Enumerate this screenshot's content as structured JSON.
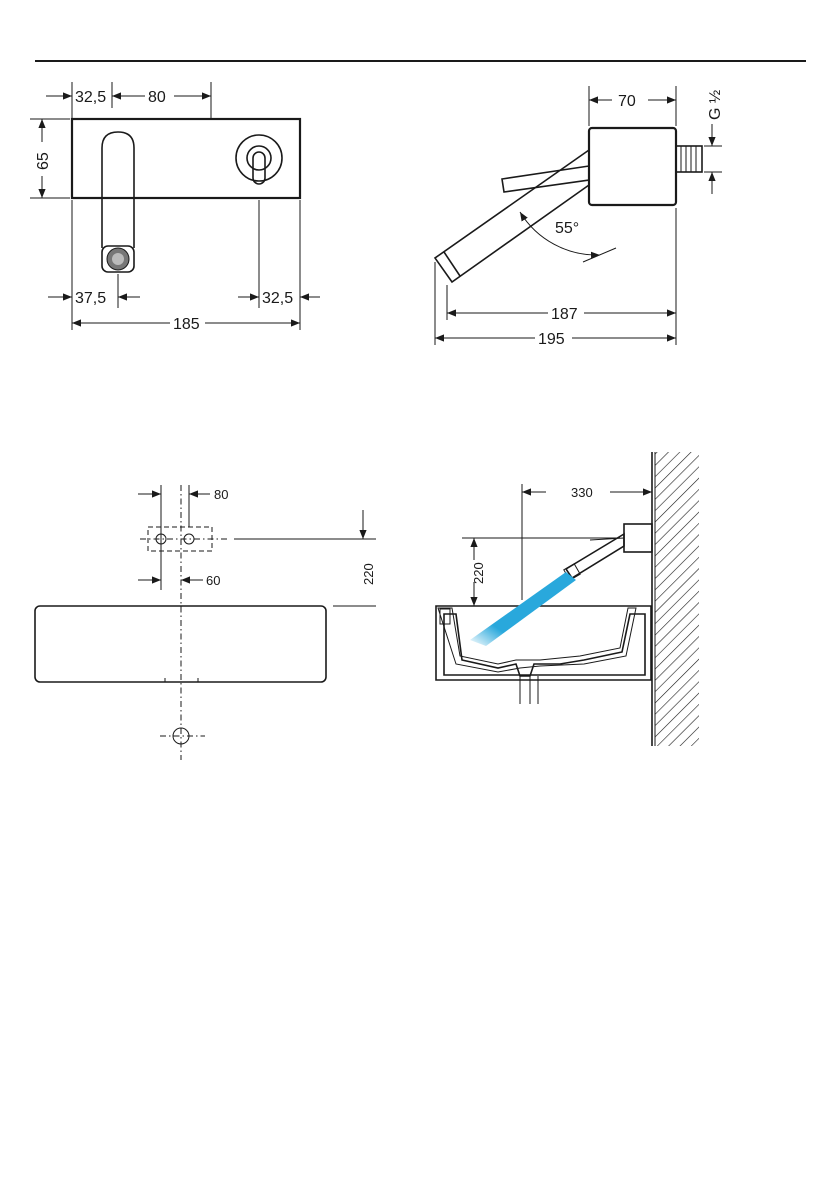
{
  "dimensions": {
    "top_left": {
      "d1": "32,5",
      "d2": "80",
      "height": "65",
      "d3": "37,5",
      "d4": "32,5",
      "width": "185"
    },
    "top_right": {
      "depth": "70",
      "thread": "G ½",
      "angle": "55°",
      "reach": "187",
      "total": "195"
    },
    "bottom_left": {
      "spacing": "80",
      "offset": "60",
      "height": "220"
    },
    "bottom_right": {
      "reach": "330",
      "height": "220"
    }
  },
  "colors": {
    "water_stream": "#29a8dc",
    "line": "#1a1a1a"
  }
}
